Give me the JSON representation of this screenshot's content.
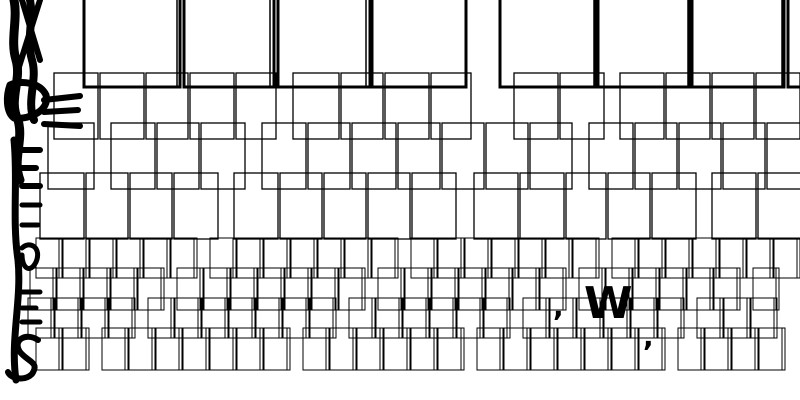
{
  "canvas": {
    "background": "#ffffff",
    "ink_color": "#000000"
  },
  "glyph_marks": [
    {
      "name": "glyph-w",
      "text": "W"
    },
    {
      "name": "glyph-comma-1",
      "text": ","
    },
    {
      "name": "glyph-comma-2",
      "text": ","
    }
  ],
  "scribble": {
    "name": "left-edge-scribble"
  }
}
